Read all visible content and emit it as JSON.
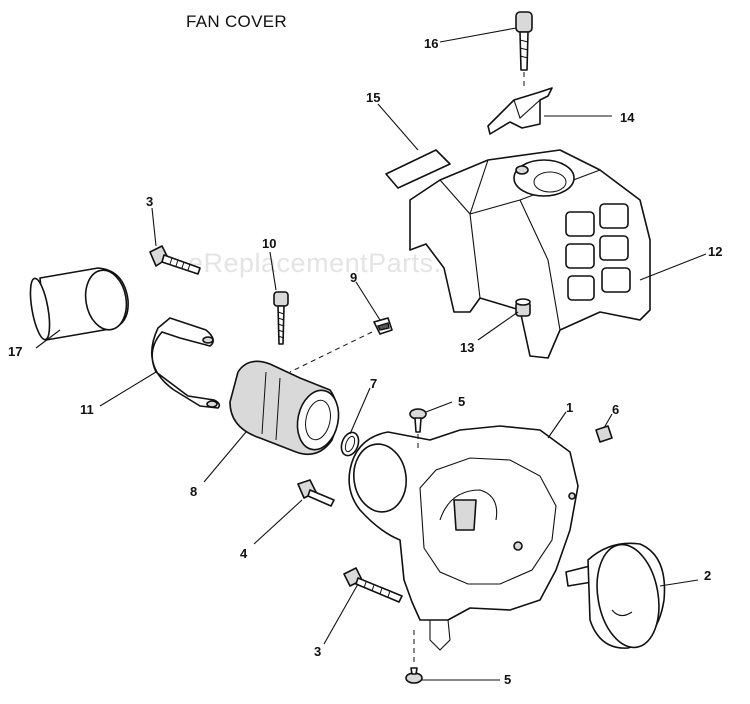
{
  "title": "FAN COVER",
  "watermark": "eReplacementParts.com",
  "callouts": {
    "c1": "1",
    "c2": "2",
    "c3a": "3",
    "c3b": "3",
    "c4": "4",
    "c5a": "5",
    "c5b": "5",
    "c6": "6",
    "c7": "7",
    "c8": "8",
    "c9": "9",
    "c10": "10",
    "c11": "11",
    "c12": "12",
    "c13": "13",
    "c14": "14",
    "c15": "15",
    "c16": "16",
    "c17": "17"
  }
}
